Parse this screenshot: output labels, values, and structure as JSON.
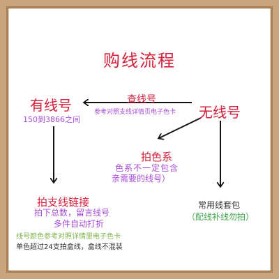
{
  "title": "购线流程",
  "nodes": {
    "left": {
      "label": "有线号",
      "sub": "150到3866之间"
    },
    "right": {
      "label": "无线号"
    },
    "lookup": {
      "label": "查线号",
      "sub": "参考对照支线详情页电子色卡"
    },
    "color": {
      "label": "拍色系",
      "sub1": "色系不一定包含",
      "sub2": "亲需要的线号）"
    },
    "link": {
      "label": "拍支线链接",
      "sub1": "拍下总数，留言线号",
      "sub2": "多件自动打折",
      "sub3": "线号颜色参考对照详情里电子色卡",
      "sub4": "单色超过24支拍盒线，盒线不混装"
    },
    "pack": {
      "label": "常用线套包",
      "sub": "（配线补线勿拍）"
    }
  },
  "colors": {
    "accent_red": "#d4203b",
    "purple": "#a74bd6",
    "green": "#3fa64a",
    "light_green": "#7fb34a",
    "frame": "#c9a57e",
    "arrow": "#111111"
  }
}
